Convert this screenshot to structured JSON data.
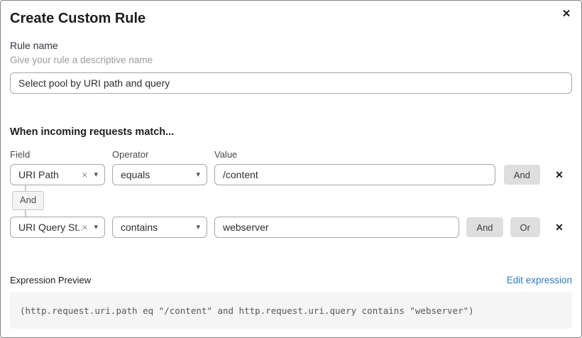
{
  "dialog": {
    "title": "Create Custom Rule"
  },
  "icons": {
    "close": "✕",
    "remove_row": "✕",
    "clear_select": "×",
    "caret_down": "▾"
  },
  "rule_name": {
    "label": "Rule name",
    "help": "Give your rule a descriptive name",
    "value": "Select pool by URI path and query"
  },
  "match": {
    "heading": "When incoming requests match...",
    "columns": {
      "field": "Field",
      "operator": "Operator",
      "value": "Value"
    },
    "conditions": [
      {
        "field": "URI Path",
        "operator": "equals",
        "value": "/content",
        "and_label": "And"
      },
      {
        "field": "URI Query St...",
        "operator": "contains",
        "value": "webserver",
        "and_label": "And",
        "or_label": "Or"
      }
    ],
    "connector_label": "And"
  },
  "expression": {
    "label": "Expression Preview",
    "edit_link": "Edit expression",
    "code": "(http.request.uri.path eq \"/content\" and http.request.uri.query contains \"webserver\")"
  },
  "colors": {
    "link": "#2c7bbd",
    "button_bg": "#dedede",
    "code_bg": "#f5f5f5",
    "border": "#a6a6a6"
  }
}
